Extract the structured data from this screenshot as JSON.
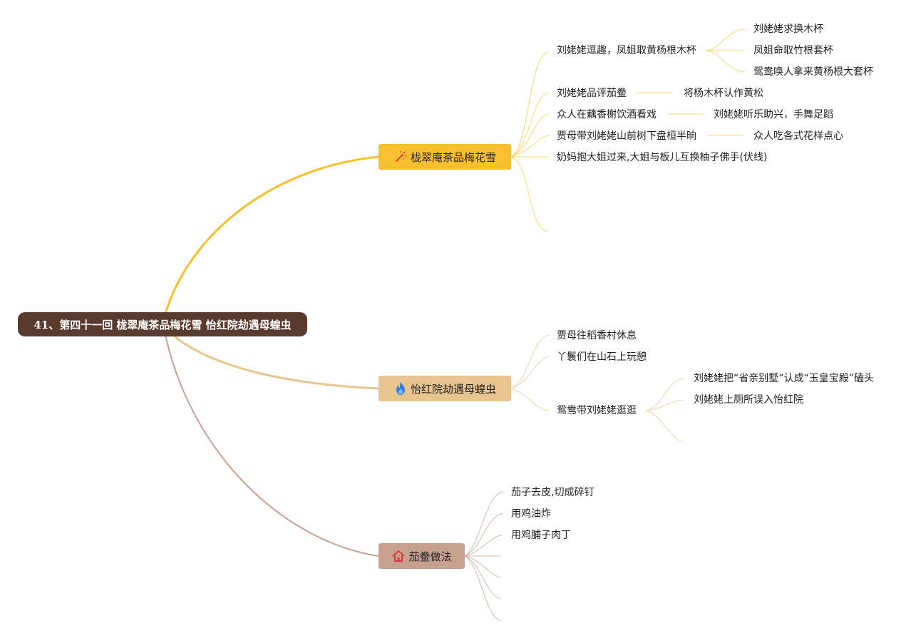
{
  "root": {
    "title": "41、第四十一回 栊翠庵茶品梅花雪 怡红院劫遇母蝗虫"
  },
  "branches": [
    {
      "label": "栊翠庵茶品梅花雪",
      "icon": "wand-sparkle-icon",
      "color": "#f8bf2f",
      "items": [
        {
          "text": "刘姥姥逗趣，凤姐取黄杨根木杯",
          "children": [
            "刘姥姥求换木杯",
            "凤姐命取竹根套杯",
            "鸳鸯唤人拿来黄杨根大套杯"
          ]
        },
        {
          "text": "刘姥姥品评茄鲞",
          "children": [
            "将杨木杯认作黄松"
          ]
        },
        {
          "text": "众人在藕香榭饮酒看戏",
          "children": [
            "刘姥姥听乐助兴，手舞足蹈"
          ]
        },
        {
          "text": "贾母带刘姥姥山前树下盘桓半晌",
          "children": [
            "众人吃各式花样点心"
          ]
        },
        {
          "text": "奶妈抱大姐过来,大姐与板儿互换柚子佛手(伏线)",
          "children": []
        }
      ]
    },
    {
      "label": "怡红院劫遇母蝗虫",
      "icon": "flame-icon",
      "color": "#e8c48e",
      "items": [
        {
          "text": "贾母往稻香村休息",
          "children": []
        },
        {
          "text": "丫鬟们在山石上玩憩",
          "children": []
        },
        {
          "text": "鸳鸯带刘姥姥逛逛",
          "children": [
            "刘姥姥把“省亲别墅”认成“玉皇宝殿”磕头",
            "刘姥姥上厕所误入怡红院"
          ]
        }
      ]
    },
    {
      "label": "茄鲞做法",
      "icon": "house-icon",
      "color": "#c8a090",
      "items": [
        {
          "text": "茄子去皮,切成碎钉",
          "children": []
        },
        {
          "text": "用鸡油炸",
          "children": []
        },
        {
          "text": "用鸡脯子肉丁",
          "children": []
        }
      ]
    }
  ]
}
